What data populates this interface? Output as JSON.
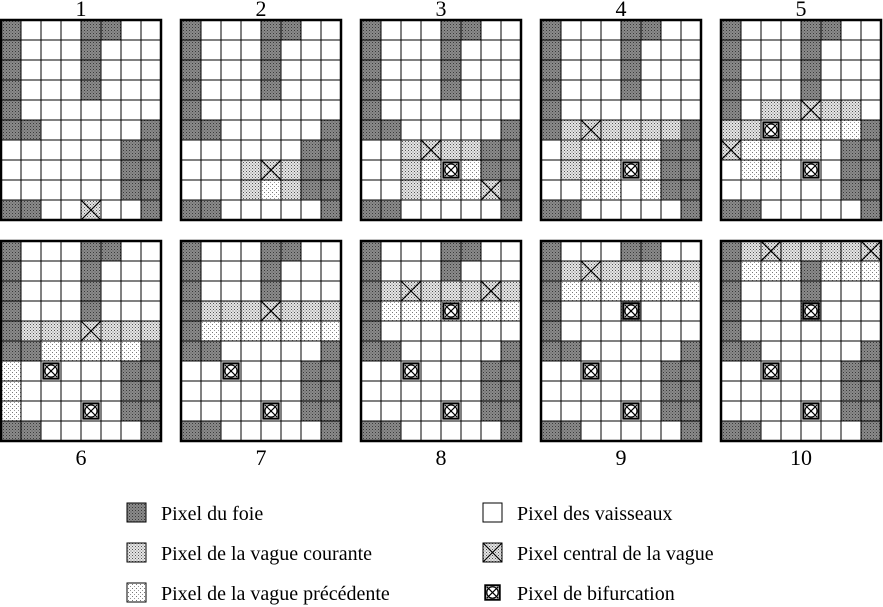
{
  "panels": [
    {
      "label": "1",
      "current": [],
      "previous": [],
      "centers": [
        [
          4,
          9
        ]
      ],
      "bifurcations": []
    },
    {
      "label": "2",
      "current": [
        [
          3,
          7
        ],
        [
          4,
          7
        ],
        [
          5,
          7
        ],
        [
          3,
          8
        ],
        [
          5,
          8
        ]
      ],
      "previous": [
        [
          4,
          8
        ]
      ],
      "centers": [
        [
          4,
          7
        ]
      ],
      "bifurcations": []
    },
    {
      "label": "3",
      "current": [
        [
          2,
          6
        ],
        [
          3,
          6
        ],
        [
          4,
          6
        ],
        [
          5,
          6
        ],
        [
          2,
          7
        ],
        [
          2,
          8
        ],
        [
          6,
          8
        ]
      ],
      "previous": [
        [
          3,
          7
        ],
        [
          5,
          7
        ],
        [
          3,
          8
        ],
        [
          4,
          8
        ],
        [
          5,
          8
        ]
      ],
      "centers": [
        [
          3,
          6
        ],
        [
          6,
          8
        ]
      ],
      "bifurcations": [
        [
          4,
          7
        ]
      ]
    },
    {
      "label": "4",
      "current": [
        [
          1,
          5
        ],
        [
          2,
          5
        ],
        [
          3,
          5
        ],
        [
          4,
          5
        ],
        [
          5,
          5
        ],
        [
          6,
          5
        ],
        [
          1,
          6
        ],
        [
          1,
          7
        ]
      ],
      "previous": [
        [
          2,
          6
        ],
        [
          3,
          6
        ],
        [
          4,
          6
        ],
        [
          5,
          6
        ],
        [
          2,
          7
        ],
        [
          3,
          7
        ],
        [
          5,
          7
        ],
        [
          2,
          8
        ],
        [
          3,
          8
        ],
        [
          5,
          8
        ]
      ],
      "centers": [
        [
          2,
          5
        ]
      ],
      "bifurcations": [
        [
          4,
          7
        ]
      ]
    },
    {
      "label": "5",
      "current": [
        [
          2,
          4
        ],
        [
          3,
          4
        ],
        [
          4,
          4
        ],
        [
          5,
          4
        ],
        [
          6,
          4
        ],
        [
          0,
          5
        ],
        [
          1,
          5
        ],
        [
          0,
          6
        ]
      ],
      "previous": [
        [
          3,
          5
        ],
        [
          4,
          5
        ],
        [
          5,
          5
        ],
        [
          6,
          5
        ],
        [
          1,
          6
        ],
        [
          2,
          6
        ],
        [
          3,
          6
        ],
        [
          4,
          6
        ],
        [
          1,
          7
        ],
        [
          2,
          7
        ]
      ],
      "centers": [
        [
          4,
          4
        ],
        [
          0,
          6
        ]
      ],
      "bifurcations": [
        [
          2,
          5
        ],
        [
          4,
          7
        ]
      ]
    },
    {
      "label": "6",
      "current": [
        [
          1,
          4
        ],
        [
          2,
          4
        ],
        [
          3,
          4
        ],
        [
          4,
          4
        ],
        [
          5,
          4
        ],
        [
          6,
          4
        ],
        [
          7,
          4
        ]
      ],
      "previous": [
        [
          2,
          5
        ],
        [
          3,
          5
        ],
        [
          4,
          5
        ],
        [
          5,
          5
        ],
        [
          6,
          5
        ],
        [
          0,
          6
        ],
        [
          0,
          7
        ],
        [
          0,
          8
        ]
      ],
      "centers": [
        [
          4,
          4
        ]
      ],
      "bifurcations": [
        [
          2,
          6
        ],
        [
          4,
          8
        ]
      ]
    },
    {
      "label": "7",
      "current": [
        [
          1,
          3
        ],
        [
          2,
          3
        ],
        [
          3,
          3
        ],
        [
          4,
          3
        ],
        [
          5,
          3
        ],
        [
          6,
          3
        ],
        [
          7,
          3
        ]
      ],
      "previous": [
        [
          1,
          4
        ],
        [
          2,
          4
        ],
        [
          3,
          4
        ],
        [
          4,
          4
        ],
        [
          5,
          4
        ],
        [
          6,
          4
        ],
        [
          7,
          4
        ]
      ],
      "centers": [
        [
          4,
          3
        ]
      ],
      "bifurcations": [
        [
          2,
          6
        ],
        [
          4,
          8
        ]
      ]
    },
    {
      "label": "8",
      "current": [
        [
          1,
          2
        ],
        [
          2,
          2
        ],
        [
          3,
          2
        ],
        [
          4,
          2
        ],
        [
          5,
          2
        ],
        [
          6,
          2
        ],
        [
          7,
          2
        ]
      ],
      "previous": [
        [
          1,
          3
        ],
        [
          2,
          3
        ],
        [
          3,
          3
        ],
        [
          4,
          3
        ],
        [
          5,
          3
        ],
        [
          6,
          3
        ],
        [
          7,
          3
        ]
      ],
      "centers": [
        [
          2,
          2
        ],
        [
          6,
          2
        ]
      ],
      "bifurcations": [
        [
          4,
          3
        ],
        [
          2,
          6
        ],
        [
          4,
          8
        ]
      ]
    },
    {
      "label": "9",
      "current": [
        [
          1,
          1
        ],
        [
          2,
          1
        ],
        [
          3,
          1
        ],
        [
          4,
          1
        ],
        [
          5,
          1
        ],
        [
          6,
          1
        ],
        [
          7,
          1
        ]
      ],
      "previous": [
        [
          1,
          2
        ],
        [
          2,
          2
        ],
        [
          3,
          2
        ],
        [
          4,
          2
        ],
        [
          5,
          2
        ],
        [
          6,
          2
        ],
        [
          7,
          2
        ]
      ],
      "centers": [
        [
          2,
          1
        ]
      ],
      "bifurcations": [
        [
          4,
          3
        ],
        [
          2,
          6
        ],
        [
          4,
          8
        ]
      ]
    },
    {
      "label": "10",
      "current": [
        [
          1,
          0
        ],
        [
          2,
          0
        ],
        [
          3,
          0
        ],
        [
          4,
          0
        ],
        [
          5,
          0
        ],
        [
          6,
          0
        ],
        [
          7,
          0
        ]
      ],
      "previous": [
        [
          1,
          1
        ],
        [
          2,
          1
        ],
        [
          3,
          1
        ],
        [
          5,
          1
        ],
        [
          6,
          1
        ],
        [
          7,
          1
        ]
      ],
      "centers": [
        [
          2,
          0
        ],
        [
          7,
          0
        ]
      ],
      "bifurcations": [
        [
          4,
          3
        ],
        [
          2,
          6
        ],
        [
          4,
          8
        ]
      ]
    }
  ],
  "liver_cells": [
    [
      0,
      0
    ],
    [
      0,
      1
    ],
    [
      0,
      2
    ],
    [
      0,
      3
    ],
    [
      0,
      4
    ],
    [
      0,
      5
    ],
    [
      1,
      5
    ],
    [
      4,
      0
    ],
    [
      4,
      1
    ],
    [
      4,
      2
    ],
    [
      4,
      3
    ],
    [
      5,
      0
    ],
    [
      7,
      5
    ],
    [
      6,
      6
    ],
    [
      7,
      6
    ],
    [
      6,
      7
    ],
    [
      7,
      7
    ],
    [
      6,
      8
    ],
    [
      7,
      8
    ],
    [
      7,
      9
    ],
    [
      0,
      9
    ],
    [
      1,
      9
    ]
  ],
  "colors": {
    "liver": "#7a7a7a",
    "current": "#d2d2d2",
    "previous": "#f4f4f4",
    "vessel": "#ffffff",
    "line": "#000000"
  },
  "legend": [
    {
      "type": "liver",
      "label": "Pixel du foie"
    },
    {
      "type": "vessel",
      "label": "Pixel des vaisseaux"
    },
    {
      "type": "current",
      "label": "Pixel de la vague courante"
    },
    {
      "type": "center",
      "label": "Pixel central de la vague"
    },
    {
      "type": "previous",
      "label": "Pixel de la vague précédente"
    },
    {
      "type": "bifurcation",
      "label": "Pixel de bifurcation"
    }
  ]
}
